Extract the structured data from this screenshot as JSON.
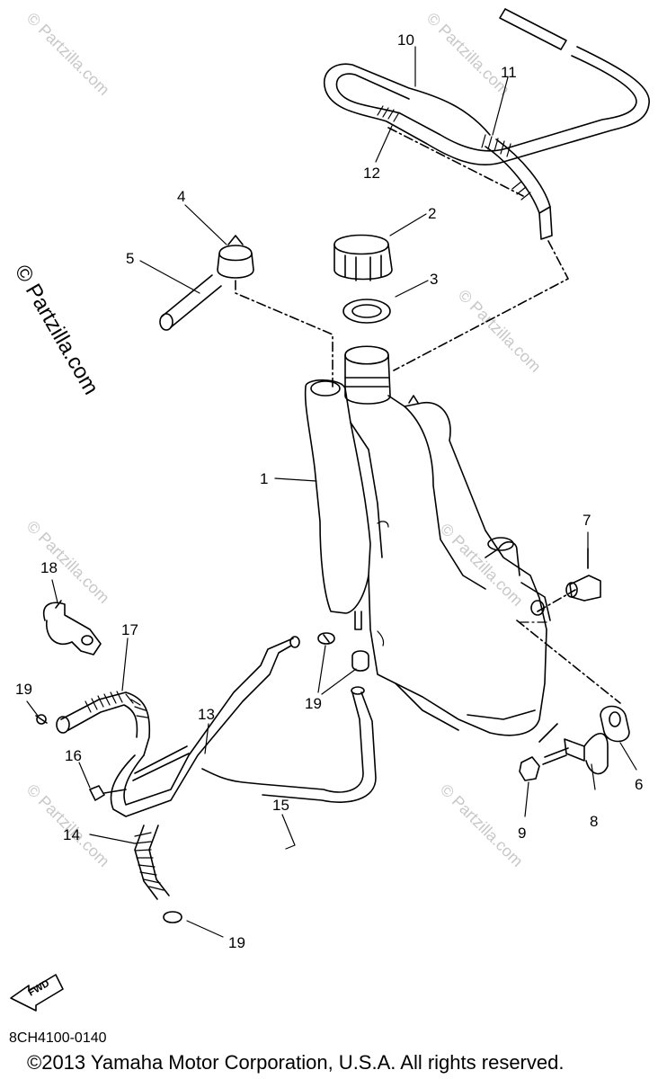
{
  "watermarks": {
    "repeat_text": "© Partzilla.com",
    "side_text": "© Partzilla.com"
  },
  "parts": {
    "p1": "1",
    "p2": "2",
    "p3": "3",
    "p4": "4",
    "p5": "5",
    "p6": "6",
    "p7": "7",
    "p8": "8",
    "p9": "9",
    "p10": "10",
    "p11": "11",
    "p12": "12",
    "p13": "13",
    "p14": "14",
    "p15": "15",
    "p16": "16",
    "p17": "17",
    "p18": "18",
    "p19a": "19",
    "p19b": "19",
    "p19c": "19"
  },
  "fwd_badge": "FWD",
  "drawing_code": "8CH4100-0140",
  "copyright": "©2013 Yamaha Motor Corporation, U.S.A. All rights reserved."
}
